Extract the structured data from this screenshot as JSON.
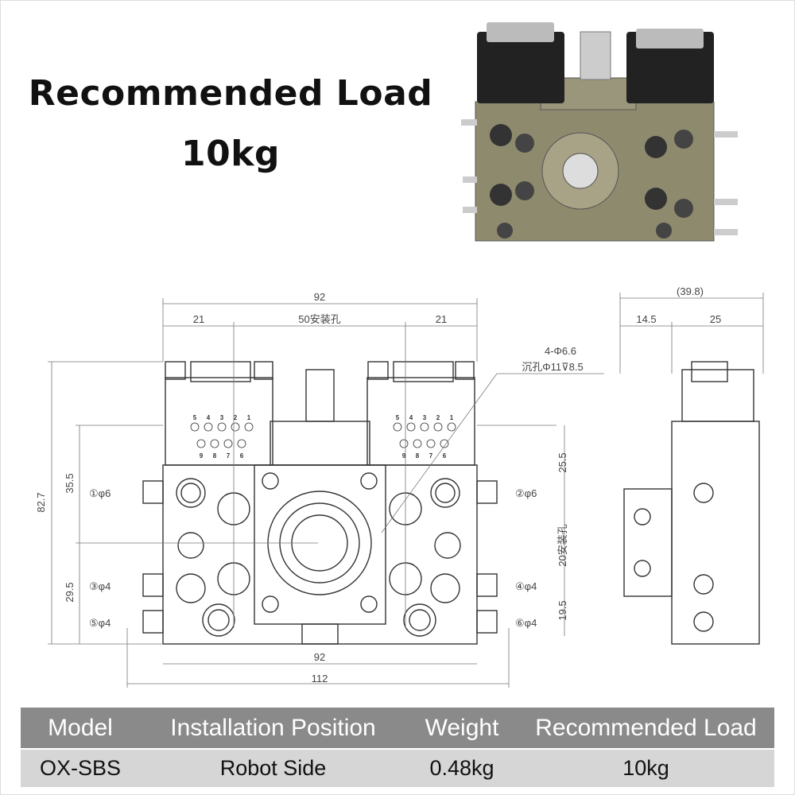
{
  "headline": {
    "line1": "Recommended Load",
    "line2": "10kg"
  },
  "drawing": {
    "front": {
      "overall_width": "92",
      "left_offset": "21",
      "mount_spacing": "50安装孔",
      "right_offset": "21",
      "hole_spec_1": "4-Φ6.6",
      "hole_spec_2": "沉孔Φ11⊽8.5",
      "height_total": "82.7",
      "left_upper": "35.5",
      "left_lower": "29.5",
      "right_upper": "25.5",
      "right_mount": "20安装孔",
      "right_lower": "19.5",
      "bottom_width_inner": "92",
      "bottom_width_outer": "112",
      "port_1": "①φ6",
      "port_3": "③φ4",
      "port_5": "⑤φ4",
      "port_2": "②φ6",
      "port_4": "④φ4",
      "port_6": "⑥φ4",
      "pins_top": [
        "5",
        "4",
        "3",
        "2",
        "1"
      ],
      "pins_bottom": [
        "9",
        "8",
        "7",
        "6"
      ]
    },
    "side": {
      "total": "(39.8)",
      "left": "14.5",
      "right": "25"
    }
  },
  "table": {
    "headers": [
      "Model",
      "Installation Position",
      "Weight",
      "Recommended Load"
    ],
    "row": [
      "OX-SBS",
      "Robot Side",
      "0.48kg",
      "10kg"
    ]
  }
}
